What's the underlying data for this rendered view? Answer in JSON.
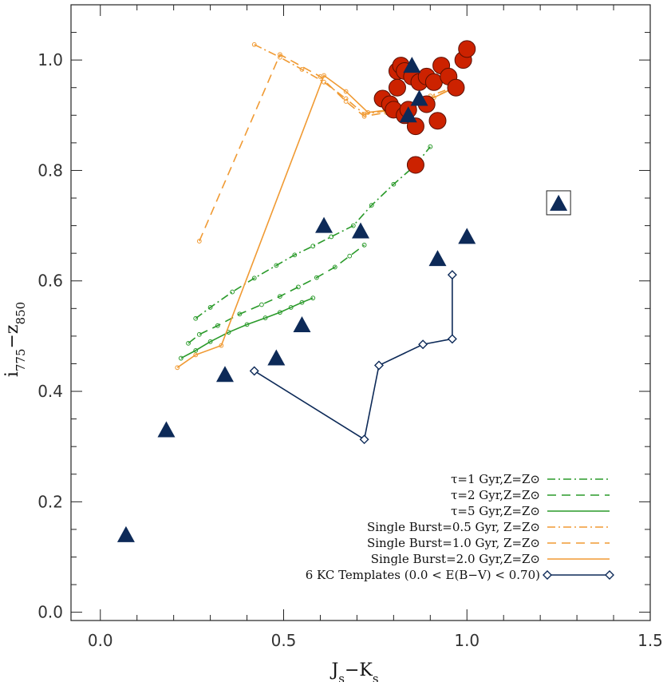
{
  "chart_data": {
    "type": "scatter",
    "xlabel": "J_s−K_s",
    "ylabel": "i_775−z_850",
    "xlim": [
      -0.08,
      1.5
    ],
    "ylim": [
      -0.015,
      1.1
    ],
    "xticks": [
      "0.0",
      "0.5",
      "1.0",
      "1.5"
    ],
    "xtick_values": [
      0.0,
      0.5,
      1.0,
      1.5
    ],
    "yticks": [
      "0.0",
      "0.2",
      "0.4",
      "0.6",
      "0.8",
      "1.0"
    ],
    "ytick_values": [
      0.0,
      0.2,
      0.4,
      0.6,
      0.8,
      1.0
    ],
    "legend_position": "bottom-right",
    "colors": {
      "green": "#2a9a2a",
      "orange": "#f09a33",
      "navy": "#0d2a58",
      "red": "#cc2200"
    },
    "red_circles": {
      "x": [
        0.81,
        0.82,
        0.83,
        0.85,
        0.87,
        0.89,
        0.91,
        0.93,
        0.95,
        0.97,
        0.99,
        1.0,
        0.77,
        0.79,
        0.81,
        0.8,
        0.83,
        0.84,
        0.86,
        0.89,
        0.92,
        0.86
      ],
      "y": [
        0.98,
        0.99,
        0.98,
        0.97,
        0.96,
        0.97,
        0.96,
        0.99,
        0.97,
        0.95,
        1.0,
        1.02,
        0.93,
        0.92,
        0.95,
        0.91,
        0.9,
        0.91,
        0.88,
        0.92,
        0.89,
        0.81
      ]
    },
    "triangles": {
      "x": [
        0.85,
        0.87,
        0.84,
        0.61,
        0.71,
        1.25,
        1.0,
        0.92,
        0.55,
        0.48,
        0.34,
        0.18,
        0.07
      ],
      "y": [
        0.99,
        0.93,
        0.9,
        0.7,
        0.69,
        0.74,
        0.68,
        0.64,
        0.52,
        0.46,
        0.43,
        0.33,
        0.14
      ],
      "boxed_index": 5
    },
    "series": [
      {
        "name": "τ=1 Gyr,Z=Z⊙",
        "color": "#2a9a2a",
        "style": "dashdot",
        "markers": "circle",
        "x": [
          0.26,
          0.3,
          0.36,
          0.42,
          0.48,
          0.53,
          0.58,
          0.63,
          0.69,
          0.74,
          0.8,
          0.86,
          0.9
        ],
        "y": [
          0.532,
          0.552,
          0.58,
          0.605,
          0.628,
          0.647,
          0.663,
          0.68,
          0.7,
          0.737,
          0.775,
          0.81,
          0.843
        ]
      },
      {
        "name": "τ=2 Gyr,Z=Z⊙",
        "color": "#2a9a2a",
        "style": "dashed",
        "markers": "circle",
        "x": [
          0.24,
          0.27,
          0.32,
          0.38,
          0.44,
          0.49,
          0.54,
          0.59,
          0.64,
          0.68,
          0.72
        ],
        "y": [
          0.487,
          0.503,
          0.519,
          0.54,
          0.557,
          0.572,
          0.589,
          0.606,
          0.625,
          0.645,
          0.665
        ]
      },
      {
        "name": "τ=5 Gyr,Z=Z⊙",
        "color": "#2a9a2a",
        "style": "solid",
        "markers": "circle",
        "x": [
          0.22,
          0.26,
          0.3,
          0.35,
          0.4,
          0.45,
          0.49,
          0.52,
          0.55,
          0.58
        ],
        "y": [
          0.46,
          0.474,
          0.49,
          0.507,
          0.521,
          0.533,
          0.543,
          0.552,
          0.561,
          0.569
        ]
      },
      {
        "name": "Single Burst=0.5 Gyr, Z=Z⊙",
        "color": "#f09a33",
        "style": "dashdot",
        "markers": "circle",
        "x": [
          0.42,
          0.49,
          0.55,
          0.61,
          0.67,
          0.72,
          0.78,
          0.84,
          0.9,
          0.96
        ],
        "y": [
          1.028,
          1.005,
          0.983,
          0.96,
          0.93,
          0.902,
          0.908,
          0.92,
          0.935,
          0.95
        ]
      },
      {
        "name": "Single Burst=1.0 Gyr, Z=Z⊙",
        "color": "#f09a33",
        "style": "dashed",
        "markers": "circle",
        "x": [
          0.27,
          0.49,
          0.6,
          0.67,
          0.72,
          0.78,
          0.84,
          0.9,
          0.96
        ],
        "y": [
          0.672,
          1.01,
          0.97,
          0.925,
          0.898,
          0.905,
          0.915,
          0.93,
          0.948
        ]
      },
      {
        "name": "Single Burst=2.0 Gyr,Z=Z⊙",
        "color": "#f09a33",
        "style": "solid",
        "markers": "circle",
        "x": [
          0.21,
          0.26,
          0.33,
          0.61,
          0.67,
          0.73,
          0.79,
          0.85,
          0.91,
          0.96
        ],
        "y": [
          0.443,
          0.466,
          0.483,
          0.972,
          0.943,
          0.905,
          0.91,
          0.92,
          0.932,
          0.948
        ]
      },
      {
        "name": "6 KC Templates (0.0 < E(B−V) < 0.70)",
        "color": "#0d2a58",
        "style": "solid",
        "markers": "diamond",
        "x": [
          0.42,
          0.72,
          0.76,
          0.88,
          0.96,
          0.96
        ],
        "y": [
          0.437,
          0.313,
          0.447,
          0.485,
          0.495,
          0.611
        ]
      }
    ]
  }
}
